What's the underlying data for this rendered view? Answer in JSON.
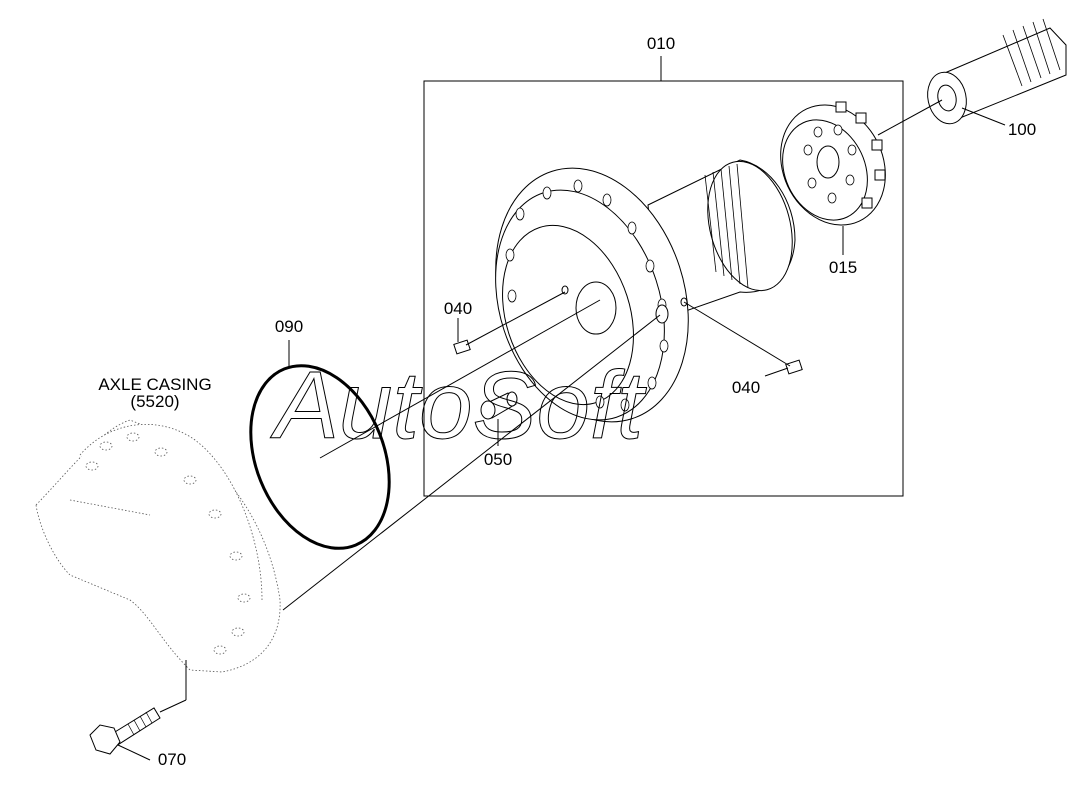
{
  "labels": {
    "p010": "010",
    "p015": "015",
    "p100": "100",
    "p040a": "040",
    "p040b": "040",
    "p050": "050",
    "p090": "090",
    "p070": "070",
    "axle_line1": "AXLE CASING",
    "axle_line2": "(5520)"
  },
  "watermark": "AutoSoft",
  "colors": {
    "line": "#000000",
    "background": "#ffffff"
  }
}
